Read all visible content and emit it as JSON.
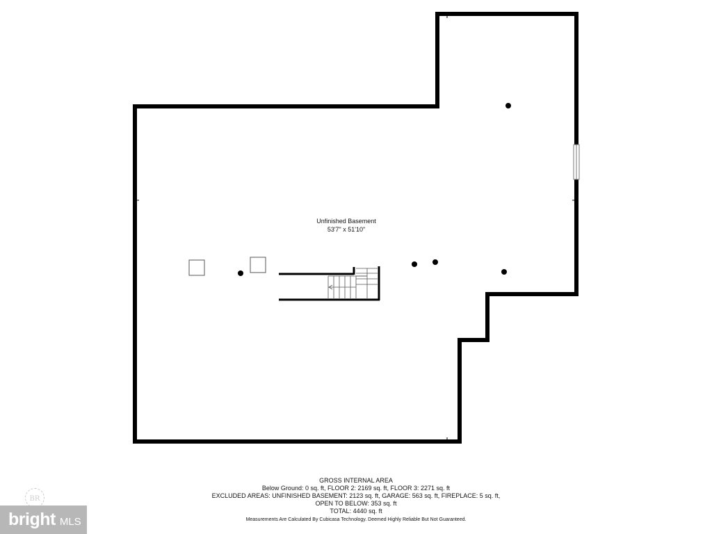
{
  "room": {
    "name": "Unfinished Basement",
    "dimensions": "53'7\" x 51'10\""
  },
  "area_summary": {
    "heading": "GROSS INTERNAL AREA",
    "line_below_ground": "Below Ground: 0 sq. ft, FLOOR 2: 2169 sq. ft, FLOOR 3: 2271 sq. ft",
    "line_excluded": "EXCLUDED AREAS: UNFINISHED BASEMENT: 2123 sq. ft, GARAGE: 563 sq. ft, FIREPLACE: 5 sq. ft,",
    "line_open_to_below": "OPEN TO BELOW: 353 sq. ft",
    "line_total": "TOTAL: 4440 sq. ft",
    "disclaimer": "Measurements Are Calculated By Cubicasa Technology. Deemed Highly Reliable But Not Guaranteed."
  },
  "brand": {
    "wordmark": "bright",
    "suffix": "MLS",
    "watermark_letters": "BR",
    "banner_color": "#b7b7b7"
  },
  "colors": {
    "wall": "#000000",
    "background": "#ffffff"
  }
}
